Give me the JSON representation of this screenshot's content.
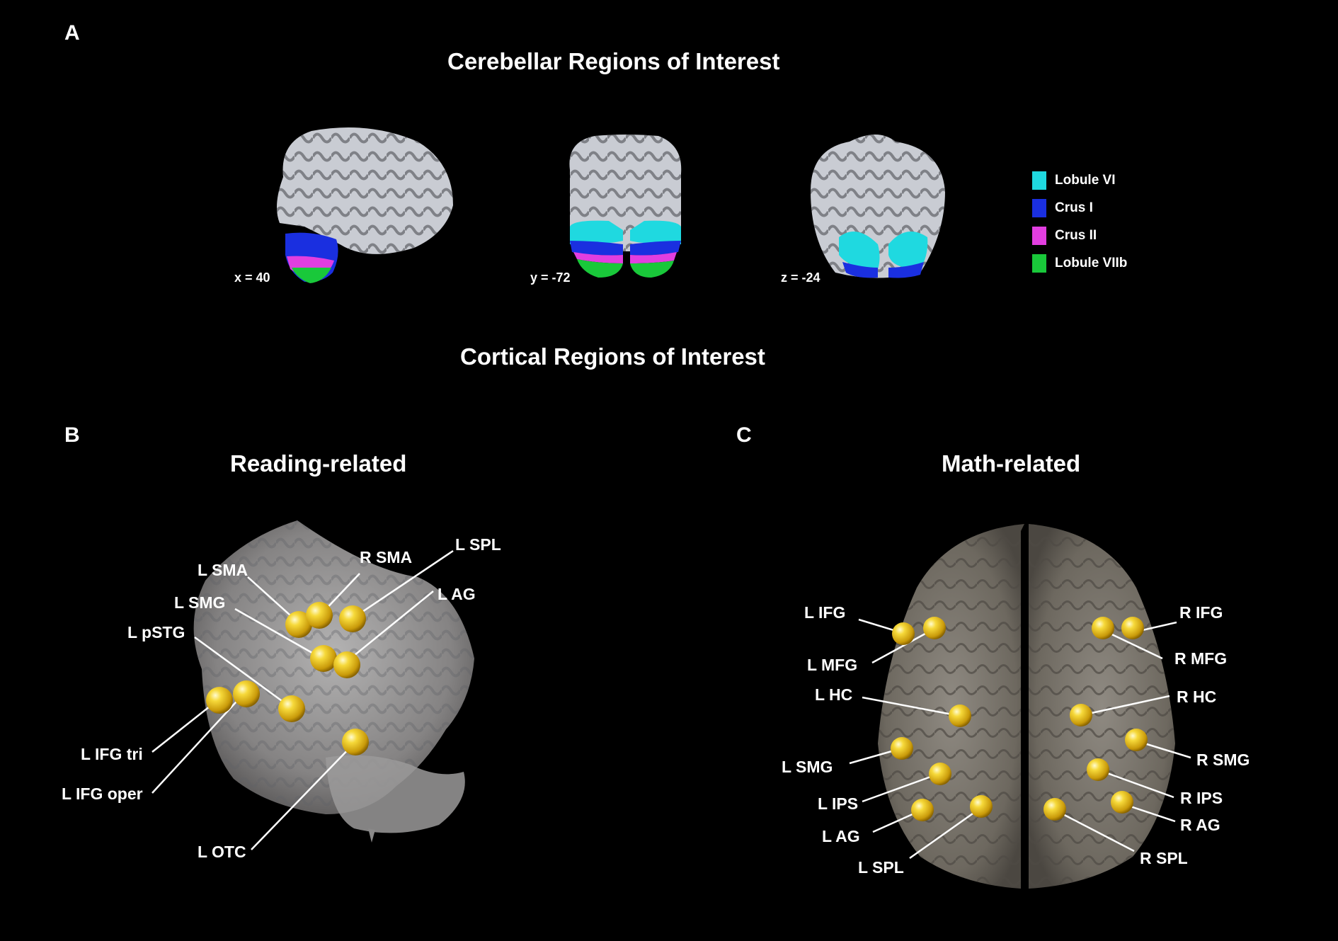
{
  "panels": {
    "a": "A",
    "b": "B",
    "c": "C"
  },
  "headings": {
    "cerebellar": "Cerebellar Regions of Interest",
    "cortical": "Cortical Regions of Interest",
    "reading": "Reading-related",
    "math": "Math-related"
  },
  "slices": {
    "sagittal": "x = 40",
    "coronal": "y = -72",
    "axial": "z = -24"
  },
  "legend": [
    {
      "label": "Lobule VI",
      "color": "#1fd9e0"
    },
    {
      "label": "Crus I",
      "color": "#1a2fe0"
    },
    {
      "label": "Crus II",
      "color": "#e23ee0"
    },
    {
      "label": "Lobule VIIb",
      "color": "#19c83a"
    }
  ],
  "reading_rois": {
    "l_sma": "L SMA",
    "r_sma": "R SMA",
    "l_spl": "L SPL",
    "l_ag": "L AG",
    "l_smg": "L SMG",
    "l_pstg": "L pSTG",
    "l_ifg_tri": "L IFG tri",
    "l_ifg_oper": "L IFG oper",
    "l_otc": "L OTC"
  },
  "math_rois": {
    "l_ifg": "L IFG",
    "l_mfg": "L MFG",
    "l_hc": "L HC",
    "l_smg": "L SMG",
    "l_ips": "L IPS",
    "l_ag": "L AG",
    "l_spl": "L SPL",
    "r_ifg": "R IFG",
    "r_mfg": "R MFG",
    "r_hc": "R HC",
    "r_smg": "R SMG",
    "r_ips": "R IPS",
    "r_ag": "R AG",
    "r_spl": "R SPL"
  },
  "colors": {
    "roi_sphere": "#f2c91c",
    "brain_tissue": "#c9ccd3",
    "background": "#000000"
  }
}
